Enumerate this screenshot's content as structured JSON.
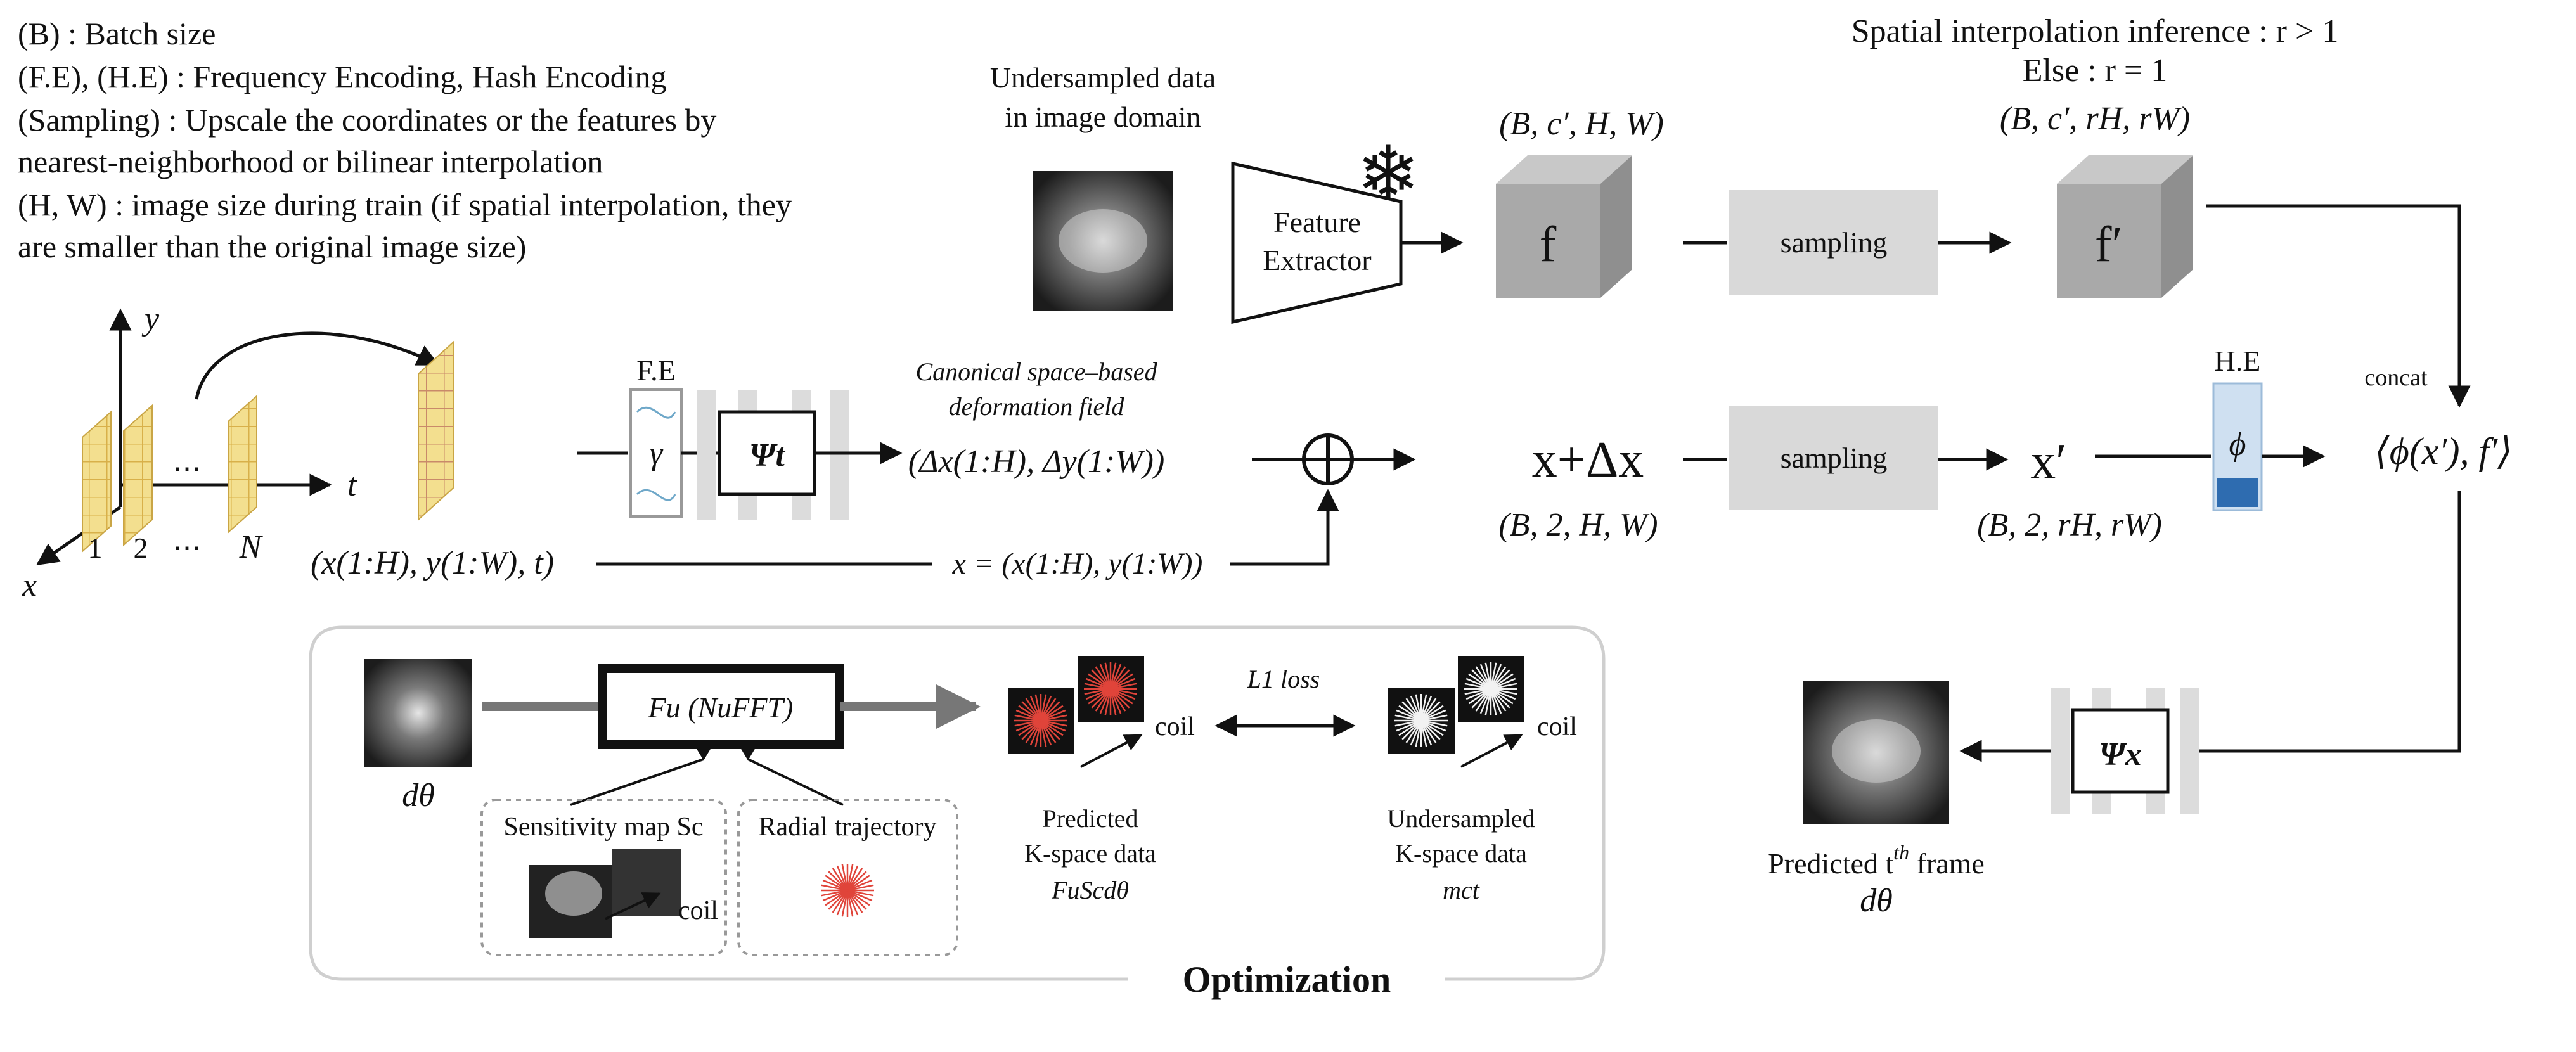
{
  "legend": [
    "(B) : Batch size",
    "(F.E), (H.E) : Frequency Encoding, Hash Encoding",
    "(Sampling) : Upscale the coordinates or the features by",
    "nearest-neighborhood or bilinear interpolation",
    "(H, W) : image size during train (if spatial interpolation, they",
    "are smaller than the original image size)"
  ],
  "top": {
    "undersampled_title_1": "Undersampled data",
    "undersampled_title_2": "in image domain",
    "extractor_1": "Feature",
    "extractor_2": "Extractor",
    "f_shape": "(B, c′, H, W)",
    "f_label": "f",
    "sampling1": "sampling",
    "interp_1": "Spatial interpolation inference : r > 1",
    "interp_2": "Else : r = 1",
    "fprime_shape": "(B, c′, rH, rW)",
    "fprime_label": "f′"
  },
  "mid": {
    "axis_y": "y",
    "axis_t": "t",
    "axis_x": "x",
    "frame_1": "1",
    "frame_2": "2",
    "frame_dots": "⋯",
    "frame_dots2": "⋯",
    "frame_n": "N",
    "coords": "(x(1:H), y(1:W), t)",
    "fe_label": "F.E",
    "gamma": "γ",
    "psi_t": "Ψt",
    "deform_1": "Canonical space–based",
    "deform_2": "deformation field",
    "delta": "(Δx(1:H), Δy(1:W))",
    "x_eq": "x = (x(1:H), y(1:W))",
    "xdx": "x+Δx",
    "xdx_shape": "(B, 2, H, W)",
    "sampling2": "sampling",
    "xprime": "x′",
    "xprime_shape": "(B, 2, rH, rW)",
    "he_label": "H.E",
    "phi": "ϕ",
    "concat": "concat",
    "concat_expr": "⟨ϕ(x′), f′⟩"
  },
  "bottom": {
    "psi_x": "Ψx",
    "pred_frame_1": "Predicted t",
    "pred_frame_sup": "th",
    "pred_frame_2": " frame",
    "pred_frame_d": "dθ"
  },
  "opt": {
    "d_theta": "dθ",
    "fu": "Fu (NuFFT)",
    "sens": "Sensitivity map Sc",
    "coil_a": "coil",
    "radial": "Radial trajectory",
    "coil_b": "coil",
    "pred_1": "Predicted",
    "pred_2": "K-space data",
    "pred_3": "FuScdθ",
    "l1": "L1 loss",
    "coil_c": "coil",
    "und_1": "Undersampled",
    "und_2": "K-space data",
    "und_3": "mct",
    "title": "Optimization"
  },
  "colors": {
    "cube_front": "#a9a9a9",
    "cube_top": "#c8c8c8",
    "cube_side": "#8f8f8f",
    "sampling_box": "#d9d9d9",
    "grid_frame": "#f2dc8a",
    "kspace_red": "#e0443a",
    "he_light": "#cfe0f1",
    "he_dark": "#2e6cb0"
  }
}
